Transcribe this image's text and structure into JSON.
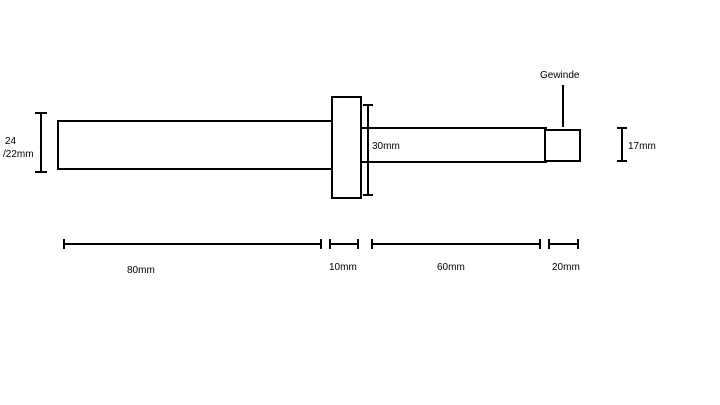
{
  "labels": {
    "thread": "Gewinde",
    "left_diameter_line1": "24",
    "left_diameter_line2": "/22mm",
    "collar_diameter": "30mm",
    "tip_diameter": "17mm",
    "len_left_shaft": "80mm",
    "len_collar": "10mm",
    "len_right_shaft": "60mm",
    "len_thread": "20mm"
  }
}
